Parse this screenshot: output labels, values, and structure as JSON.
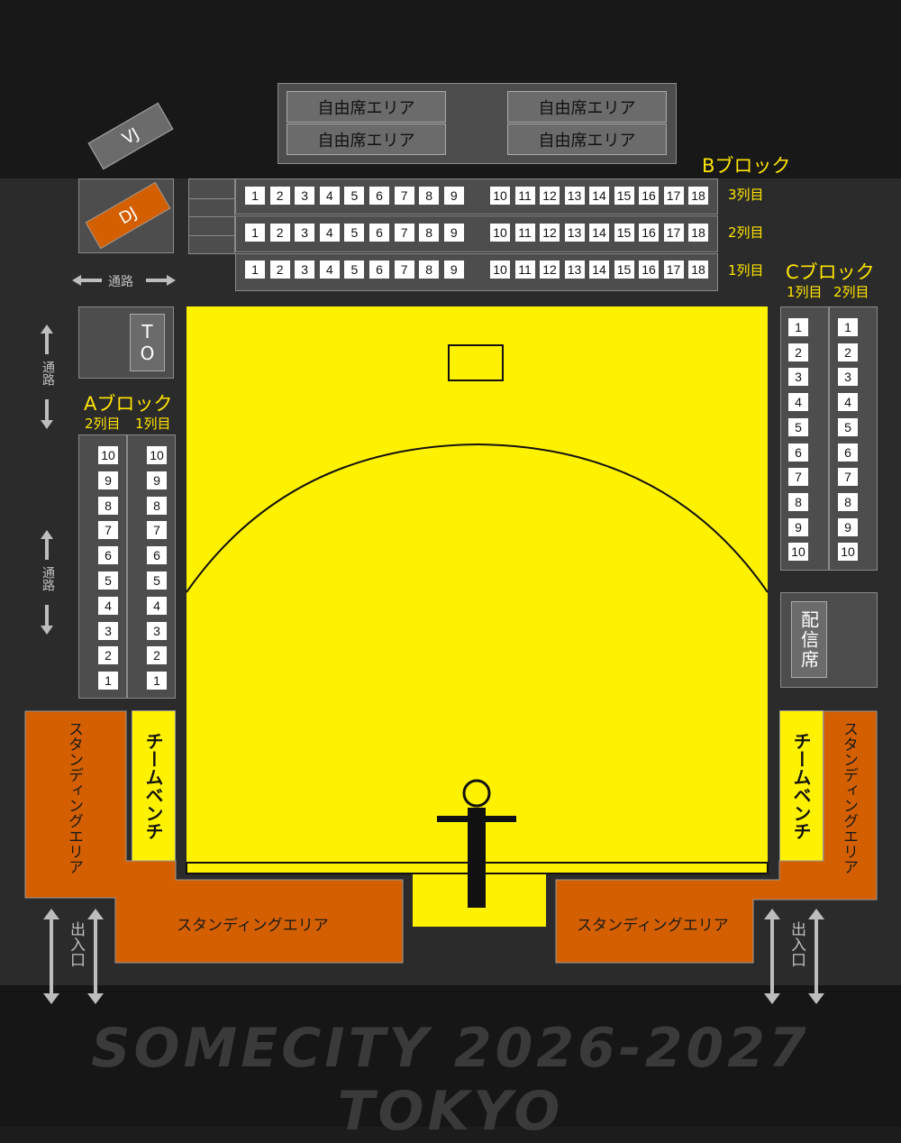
{
  "labels": {
    "free_area": "自由席エリア",
    "vj": "VJ",
    "dj": "DJ",
    "to_top": "T",
    "to_bottom": "O",
    "aisle": "通路",
    "aisle_v1": "通路",
    "aisle_v2": "通路",
    "b_block": "Bブロック",
    "b_row3": "3列目",
    "b_row2": "2列目",
    "b_row1": "1列目",
    "a_block": "Aブロック",
    "a_row2": "2列目",
    "a_row1": "1列目",
    "c_block": "Cブロック",
    "c_row1": "1列目",
    "c_row2": "2列目",
    "broadcast": "配信席",
    "team_bench": "チームベンチ",
    "standing_area": "スタンディングエリア",
    "exit": "出入口",
    "footer": "SOMECITY 2026-2027 TOKYO"
  },
  "seats": {
    "b_left": [
      "1",
      "2",
      "3",
      "4",
      "5",
      "6",
      "7",
      "8",
      "9"
    ],
    "b_right": [
      "10",
      "11",
      "12",
      "13",
      "14",
      "15",
      "16",
      "17",
      "18"
    ],
    "a_col": [
      "10",
      "9",
      "8",
      "7",
      "6",
      "5",
      "4",
      "3",
      "2",
      "1"
    ],
    "c_col": [
      "1",
      "2",
      "3",
      "4",
      "5",
      "6",
      "7",
      "8",
      "9",
      "10"
    ]
  },
  "colors": {
    "court": "#fff200",
    "standing": "#d45f00",
    "block": "#4d4d4d",
    "label_yellow": "#ffe400"
  }
}
